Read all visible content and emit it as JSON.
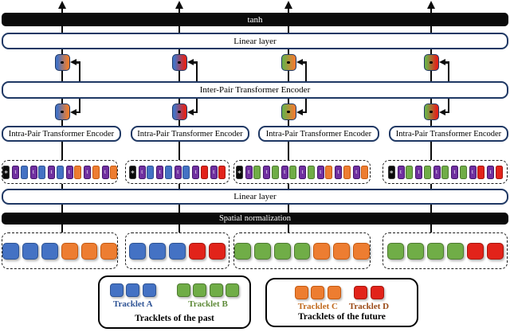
{
  "layers": {
    "tanh_label": "tanh",
    "linear_layer_top_label": "Linear layer",
    "inter_pair_label": "Inter-Pair Transformer Encoder",
    "intra_pair_label": "Intra-Pair Transformer Encoder",
    "linear_layer_bottom_label": "Linear layer",
    "spatial_norm_label": "Spatial normalization"
  },
  "colors": {
    "blue": "#4472C4",
    "blue_border": "#2E5494",
    "green": "#70AD47",
    "green_border": "#4E7A31",
    "orange": "#ED7D31",
    "orange_border": "#C55A11",
    "red": "#E2231A",
    "red_border": "#A6170E",
    "purple": "#7030A0",
    "purple_border": "#43156B",
    "star_bg": "#0A0A0A",
    "star_border": "#3A3A3A",
    "navy_border": "#1F3864",
    "bar_black": "#0A0A0A"
  },
  "pair_tokens": [
    {
      "gradient": [
        "blue",
        "orange"
      ]
    },
    {
      "gradient": [
        "blue",
        "red"
      ]
    },
    {
      "gradient": [
        "green",
        "orange"
      ]
    },
    {
      "gradient": [
        "green",
        "red"
      ]
    }
  ],
  "token_groups": [
    {
      "star_label": "∗",
      "t_label": "t",
      "pair_colors": [
        "blue",
        "blue",
        "blue",
        "orange",
        "orange",
        "orange"
      ]
    },
    {
      "star_label": "∗",
      "t_label": "t",
      "pair_colors": [
        "blue",
        "blue",
        "blue",
        "red",
        "red"
      ]
    },
    {
      "star_label": "∗",
      "t_label": "t",
      "pair_colors": [
        "green",
        "green",
        "green",
        "green",
        "orange",
        "orange",
        "orange"
      ]
    },
    {
      "star_label": "∗",
      "t_label": "t",
      "pair_colors": [
        "green",
        "green",
        "green",
        "green",
        "red",
        "red"
      ]
    }
  ],
  "sequence_groups": [
    {
      "square_colors": [
        "blue",
        "blue",
        "blue",
        "orange",
        "orange",
        "orange"
      ]
    },
    {
      "square_colors": [
        "blue",
        "blue",
        "blue",
        "red",
        "red"
      ]
    },
    {
      "square_colors": [
        "green",
        "green",
        "green",
        "green",
        "orange",
        "orange",
        "orange"
      ]
    },
    {
      "square_colors": [
        "green",
        "green",
        "green",
        "green",
        "red",
        "red"
      ]
    }
  ],
  "legend": [
    {
      "title": "Tracklets of the past",
      "entries": [
        {
          "label": "Tracklet A",
          "label_color": "#2E5395",
          "color": "blue",
          "count": 3
        },
        {
          "label": "Tracklet B",
          "label_color": "#5E8A38",
          "color": "green",
          "count": 4
        }
      ]
    },
    {
      "title": "Tracklets of the future",
      "entries": [
        {
          "label": "Tracklet C",
          "label_color": "#C06A1E",
          "color": "orange",
          "count": 3
        },
        {
          "label": "Tracklet D",
          "label_color": "#9A4A16",
          "color": "red",
          "count": 2
        }
      ]
    }
  ]
}
